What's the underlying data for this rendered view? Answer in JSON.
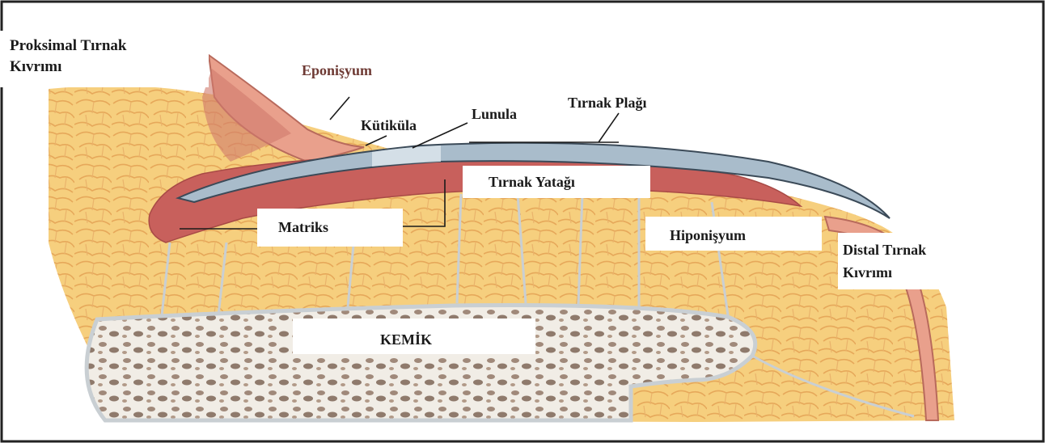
{
  "labels": {
    "proximal_fold_line1": "Proksimal Tırnak",
    "proximal_fold_line2": "Kıvrımı",
    "eponychium": "Eponişyum",
    "cuticle": "Kütiküla",
    "lunula": "Lunula",
    "nail_plate": "Tırnak Plağı",
    "nail_bed": "Tırnak Yatağı",
    "matrix": "Matriks",
    "hyponychium": "Hiponişyum",
    "distal_fold_line1": "Distal Tırnak",
    "distal_fold_line2": "Kıvrımı",
    "bone": "KEMİK"
  },
  "colors": {
    "fat": "#f6cf7e",
    "fat_cell_edge": "#e6a85a",
    "septa": "#c9cfd3",
    "matrix_tissue": "#c8605c",
    "skin_fold": "#e9a08c",
    "nail_plate": "#a9bccb",
    "bone": "#f1ede6",
    "trabecula": "#a0897a",
    "frame": "#222222"
  }
}
